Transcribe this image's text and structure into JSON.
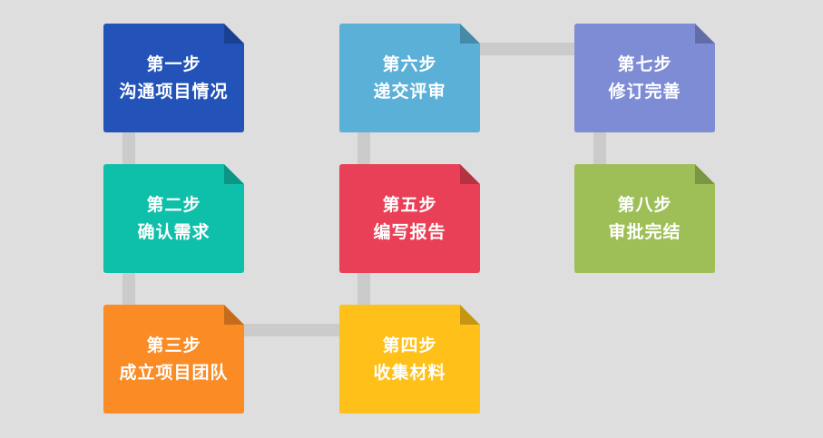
{
  "colors": {
    "background": "#dedede",
    "connector": "#cbcbcb",
    "text": "#ffffff"
  },
  "steps": [
    {
      "number": "第一步",
      "label": "沟通项目情况",
      "color": "#2353b9"
    },
    {
      "number": "第二步",
      "label": "确认需求",
      "color": "#0ebfaa"
    },
    {
      "number": "第三步",
      "label": "成立项目团队",
      "color": "#fb8b24"
    },
    {
      "number": "第四步",
      "label": "收集材料",
      "color": "#fec019"
    },
    {
      "number": "第五步",
      "label": "编写报告",
      "color": "#e94057"
    },
    {
      "number": "第六步",
      "label": "递交评审",
      "color": "#5bb0d8"
    },
    {
      "number": "第七步",
      "label": "修订完善",
      "color": "#7e8cd6"
    },
    {
      "number": "第八步",
      "label": "审批完结",
      "color": "#9ebf57"
    }
  ]
}
